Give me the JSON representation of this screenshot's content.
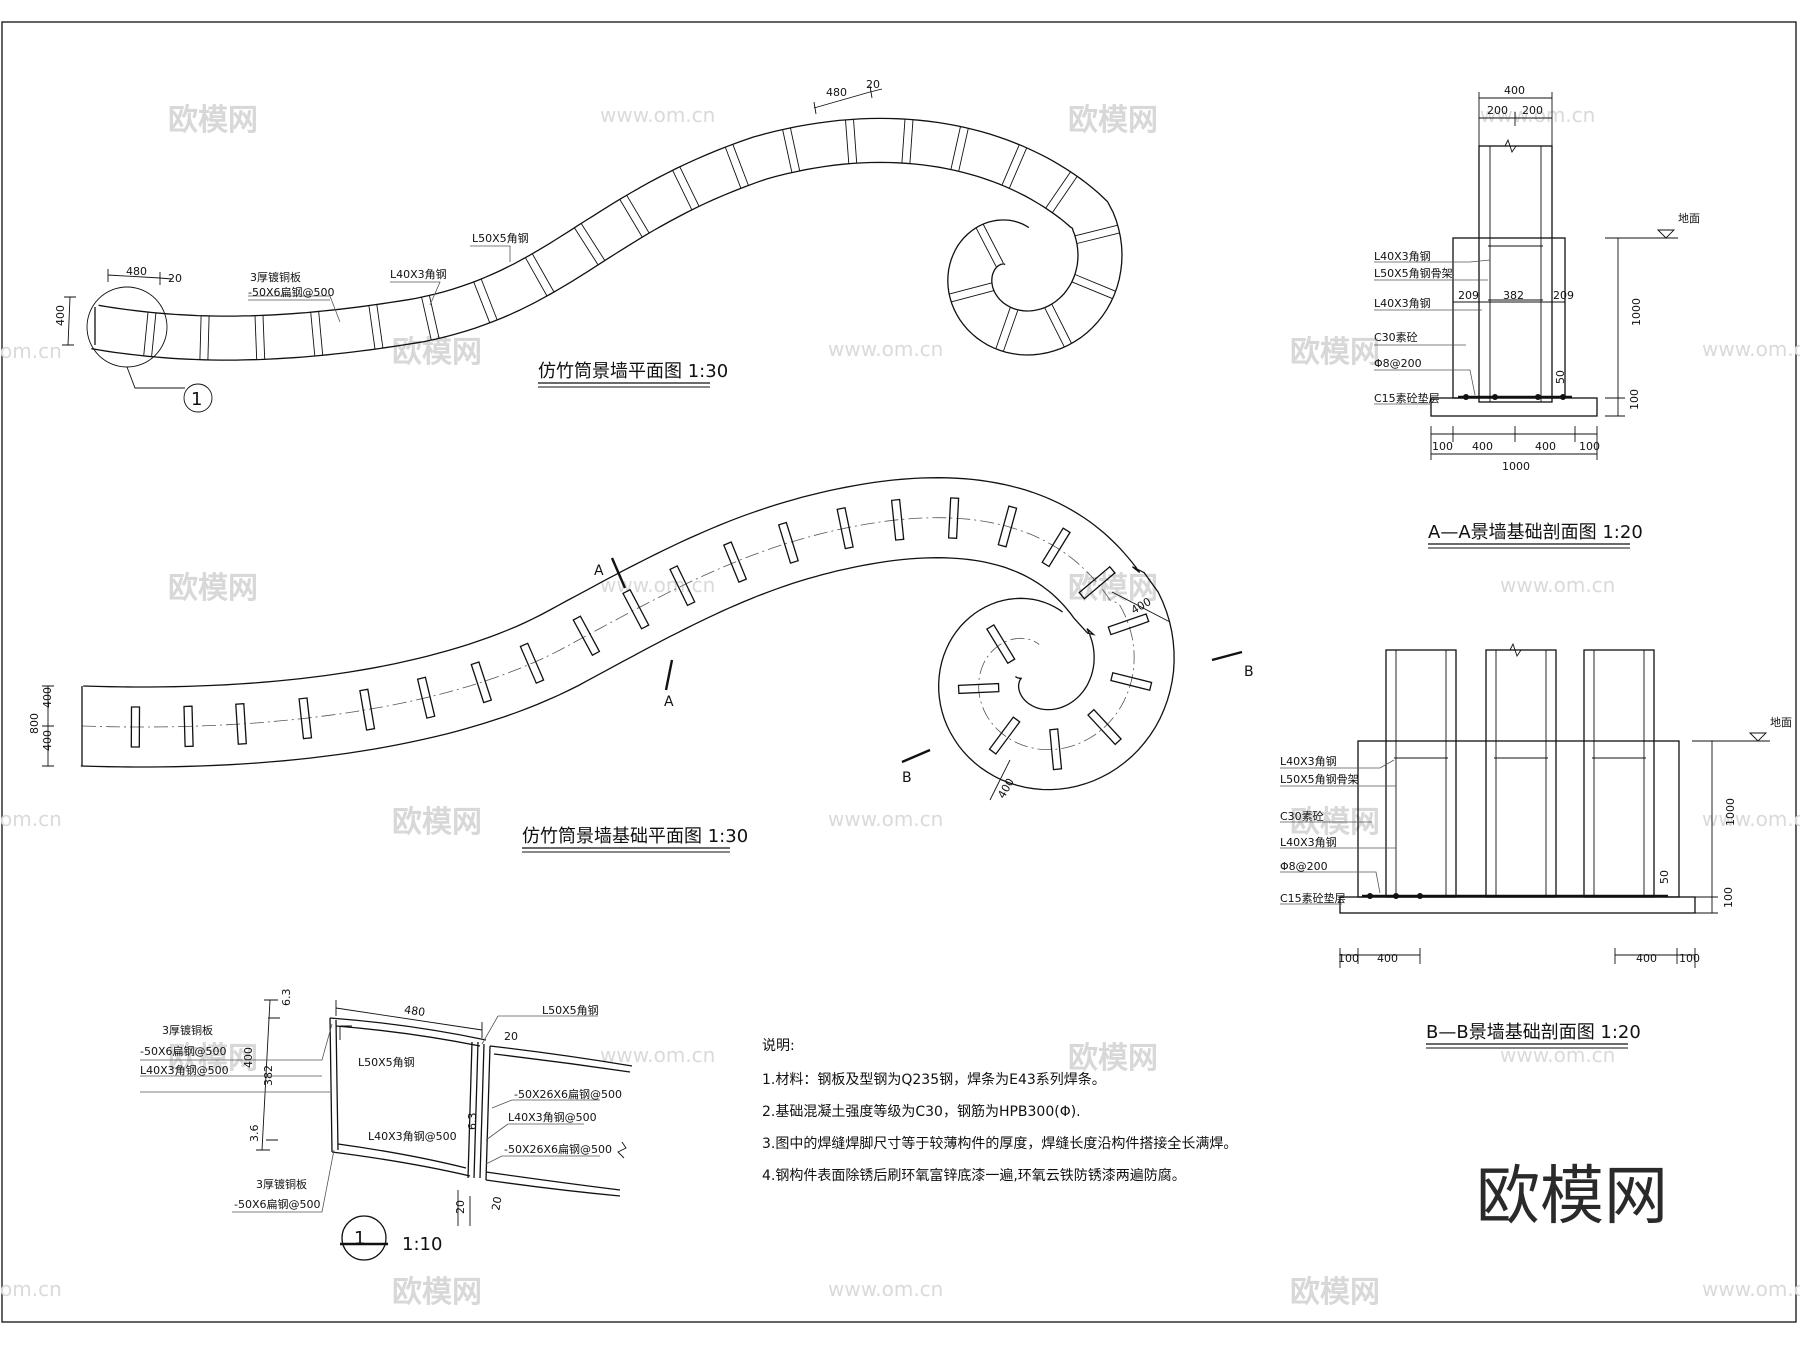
{
  "colors": {
    "ink": "#111111",
    "watermark": "#d8d8d8",
    "background": "#ffffff"
  },
  "watermarks": {
    "brand": "欧模网",
    "url": "www.om.cn",
    "url_partial": "om.cn",
    "logo": "欧模网"
  },
  "plan": {
    "title": "仿竹筒景墙平面图 1:30",
    "dims": {
      "d480a": "480",
      "d20a": "20",
      "d400": "400",
      "d480b": "480",
      "d20b": "20"
    },
    "labels": {
      "plate": "3厚镀铜板",
      "flatbar": "-50X6扁钢@500",
      "angle40": "L40X3角钢",
      "angle50": "L50X5角钢"
    },
    "detail_ref": "1"
  },
  "foundation_plan": {
    "title": "仿竹筒景墙基础平面图 1:30",
    "dims": {
      "d800": "800",
      "d400a": "400",
      "d400b": "400",
      "d400c": "400",
      "d400d": "400"
    },
    "section_marks": {
      "a1": "A",
      "a2": "A",
      "b1": "B",
      "b2": "B"
    }
  },
  "section_aa": {
    "title": "A—A景墙基础剖面图 1:20",
    "ground": "地面",
    "dims": {
      "top400": "400",
      "top200a": "200",
      "top200b": "200",
      "w209a": "209",
      "w382": "382",
      "w209b": "209",
      "h1000": "1000",
      "h100": "100",
      "d50": "50",
      "b100a": "100",
      "b400a": "400",
      "b400b": "400",
      "b100b": "100",
      "b1000": "1000"
    },
    "labels": {
      "l1": "L40X3角钢",
      "l2": "L50X5角钢骨架",
      "l3": "L40X3角钢",
      "l4": "C30素砼",
      "l5": "Φ8@200",
      "l6": "C15素砼垫层"
    }
  },
  "section_bb": {
    "title": "B—B景墙基础剖面图 1:20",
    "ground": "地面",
    "dims": {
      "h1000": "1000",
      "h100": "100",
      "d50": "50",
      "b100a": "100",
      "b400a": "400",
      "b400b": "400",
      "b100b": "100"
    },
    "labels": {
      "l1": "L40X3角钢",
      "l2": "L50X5角钢骨架",
      "l3": "C30素砼",
      "l4": "L40X3角钢",
      "l5": "Φ8@200",
      "l6": "C15素砼垫层"
    }
  },
  "detail": {
    "ref": "1",
    "scale": "1:10",
    "dims": {
      "d480": "480",
      "d63": "6.3",
      "d400": "400",
      "d382": "382",
      "d36": "3.6",
      "d20a": "20",
      "d63b": "6.3",
      "d20b": "20",
      "d20c": "20"
    },
    "labels": {
      "plate_top": "3厚镀铜板",
      "flat_top": "-50X6扁钢@500",
      "angle_top": "L40X3角钢@500",
      "l50_right": "L50X5角钢",
      "l50_in": "L50X5角钢",
      "flat26a": "-50X26X6扁钢@500",
      "l40_mid": "L40X3角钢@500",
      "flat26b": "-50X26X6扁钢@500",
      "l40_in": "L40X3角钢@500",
      "plate_bot": "3厚镀铜板",
      "flat_bot": "-50X6扁钢@500"
    }
  },
  "notes": {
    "heading": "说明:",
    "items": [
      "1.材料：钢板及型钢为Q235钢，焊条为E43系列焊条。",
      "2.基础混凝土强度等级为C30，钢筋为HPB300(Φ).",
      "3.图中的焊缝焊脚尺寸等于较薄构件的厚度，焊缝长度沿构件搭接全长满焊。",
      "4.钢构件表面除锈后刷环氧富锌底漆一遍,环氧云铁防锈漆两遍防腐。"
    ]
  }
}
